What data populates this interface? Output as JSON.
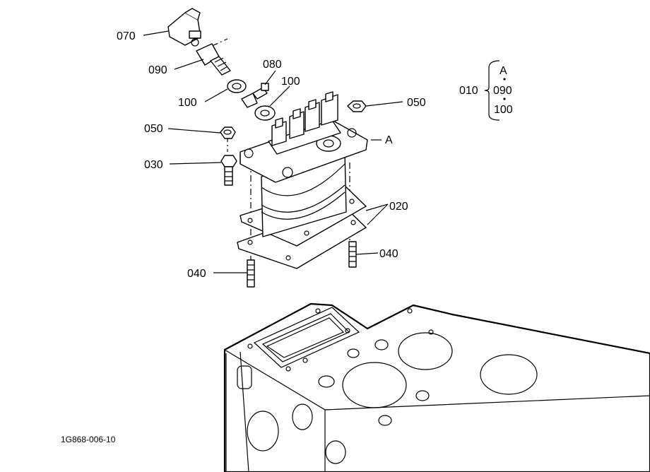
{
  "callouts": {
    "c070": "070",
    "c090": "090",
    "c080": "080",
    "c100a": "100",
    "c100b": "100",
    "c050a": "050",
    "c050b": "050",
    "c030": "030",
    "c020": "020",
    "c040a": "040",
    "c040b": "040",
    "cA": "A"
  },
  "kit": {
    "main": "010",
    "items": [
      "A",
      "090",
      "100"
    ]
  },
  "drawing_code": "1G868-006-10"
}
